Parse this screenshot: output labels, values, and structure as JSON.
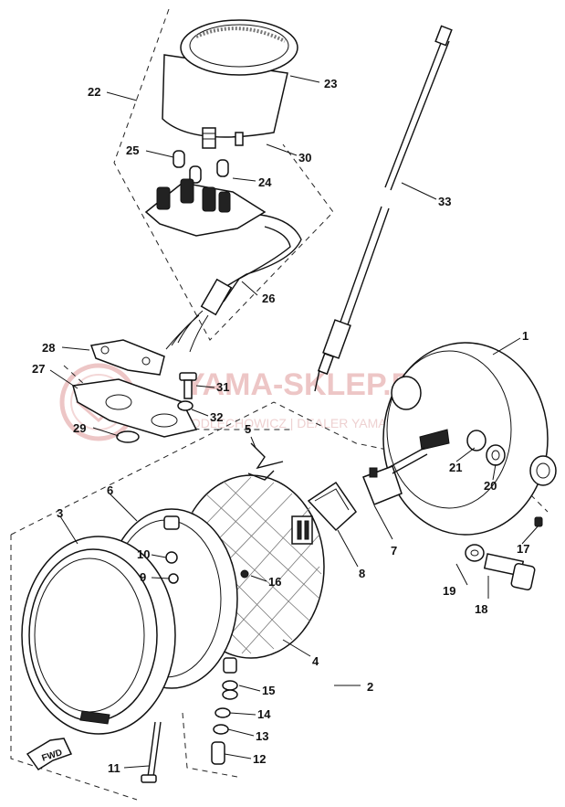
{
  "callouts": [
    "1",
    "2",
    "3",
    "4",
    "5",
    "6",
    "7",
    "8",
    "9",
    "10",
    "11",
    "12",
    "13",
    "14",
    "15",
    "16",
    "17",
    "18",
    "19",
    "20",
    "21",
    "22",
    "23",
    "24",
    "25",
    "26",
    "27",
    "28",
    "29",
    "30",
    "31",
    "32",
    "33"
  ],
  "fwd_label": "FWD",
  "watermark": {
    "brand": "YAMA-SKLEP.PL",
    "sub": "IODLECHOWICZ | DEALER YAMAHA"
  },
  "colors": {
    "line": "#111111",
    "watermark": "#e8b4b4"
  }
}
